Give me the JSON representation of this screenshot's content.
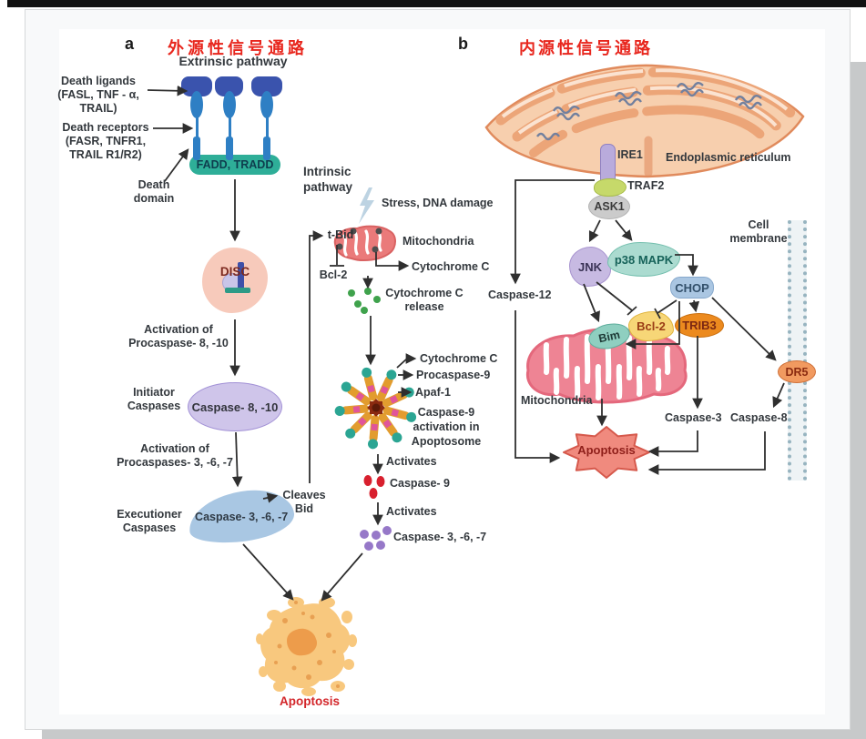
{
  "colors": {
    "title_red": "#e8261d",
    "text_dark": "#33383d",
    "apoptosis_red": "#d3262a",
    "receptor_cap_blue": "#3a53ad",
    "receptor_stem_blue": "#2e7fc4",
    "adapter_teal": "#2eae98",
    "disc_pink": "#f7cabb",
    "initiator_purple": "#cfc5ea",
    "executioner_blue": "#a9c7e3",
    "apoptosis_blob_orange": "#f8c87e",
    "apoptosome_orange": "#e29c2e",
    "mitochondria_pink": "#ee8494",
    "er_salmon": "#f6c8a6",
    "jnk_purple": "#c7bae2",
    "p38_teal": "#abdbd0",
    "chop_blue": "#aac6e2",
    "bcl2_yellow": "#f7d677",
    "trib3_orange": "#ec8a1e",
    "dr5_orange": "#f19a60",
    "apoptosis_starburst_coral": "#f08a7e",
    "arrow": "#2f2f2f"
  },
  "panel_a": {
    "label": "a",
    "title_zh": "外源性信号通路",
    "pathway_title": "Extrinsic pathway",
    "death_ligands": "Death ligands\n(FASL, TNF - α,\nTRAIL)",
    "death_receptors": "Death receptors\n(FASR, TNFR1,\nTRAIL R1/R2)",
    "adapter_label": "FADD, TRADD",
    "death_domain": "Death\ndomain",
    "disc_label": "DISC",
    "activation_8_10": "Activation of\nProcaspase- 8, -10",
    "initiator_caspases": "Initiator\nCaspases",
    "caspase_8_10": "Caspase- 8, -10",
    "activation_3_6_7": "Activation of\nProcaspases- 3, -6, -7",
    "executioner_caspases": "Executioner\nCaspases",
    "caspase_3_6_7": "Caspase- 3, -6, -7",
    "cleaves_bid": "Cleaves\nBid",
    "apoptosis_label": "Apoptosis"
  },
  "intrinsic": {
    "pathway_title": "Intrinsic\npathway",
    "stress_label": "Stress, DNA damage",
    "t_bid": "t-Bid",
    "mitochondria_label": "Mitochondria",
    "bcl2": "Bcl-2",
    "cytochrome_c": "Cytochrome C",
    "cytochrome_c_release": "Cytochrome C\nrelease",
    "apoptosome_cyt_c": "Cytochrome C",
    "procaspase_9": "Procaspase-9",
    "apaf_1": "Apaf-1",
    "caspase9_activation": "Caspase-9\nactivation in\nApoptosome",
    "activates_1": "Activates",
    "caspase_9": "Caspase- 9",
    "activates_2": "Activates",
    "caspase_3_6_7": "Caspase- 3, -6, -7"
  },
  "panel_b": {
    "label": "b",
    "title_zh": "内源性信号通路",
    "ire1": "IRE1",
    "er_label": "Endoplasmic reticulum",
    "traf2": "TRAF2",
    "ask1": "ASK1",
    "jnk": "JNK",
    "p38_mapk": "p38 MAPK",
    "chop": "CHOP",
    "cell_membrane": "Cell\nmembrane",
    "caspase_12": "Caspase-12",
    "bim": "Bim",
    "bcl2": "Bcl-2",
    "trib3": "TRIB3",
    "mitochondria_label": "Mitochondria",
    "caspase_3": "Caspase-3",
    "caspase_8": "Caspase-8",
    "dr5": "DR5",
    "apoptosis_label": "Apoptosis"
  }
}
